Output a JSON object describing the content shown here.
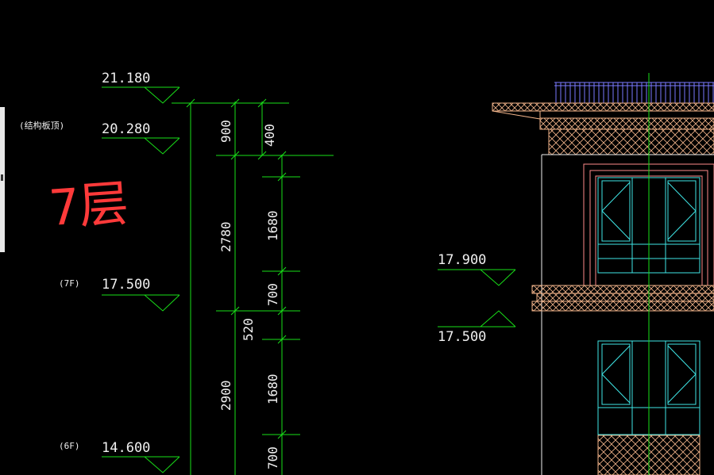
{
  "levels": {
    "l21180": "21.180",
    "l20280": "20.280",
    "l17500": "17.500",
    "l14600": "14.600",
    "r17900": "17.900",
    "r17500": "17.500"
  },
  "notes": {
    "structural_top": "(结构板顶)",
    "f7": "(7F)",
    "f6": "(6F)"
  },
  "dims": {
    "d900": "900",
    "d400": "400",
    "d2780": "2780",
    "d1680a": "1680",
    "d700a": "700",
    "d520": "520",
    "d2900": "2900",
    "d1680b": "1680",
    "d700b": "700"
  },
  "annotation": {
    "handwritten": "7层"
  },
  "colors": {
    "green": "#19e019",
    "white": "#f0f0f0",
    "cyan": "#3fe6e6",
    "red": "#ff3a3a",
    "hatch": "#f2b48a",
    "blue": "#7a7aff",
    "pink": "#ff8a8a"
  }
}
